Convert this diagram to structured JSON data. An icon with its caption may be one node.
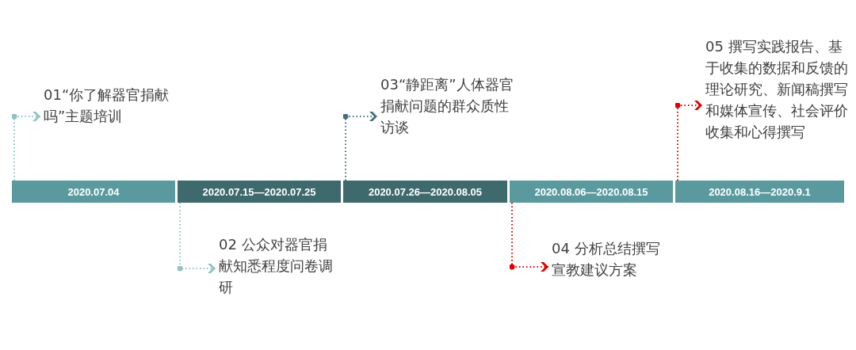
{
  "diagram": {
    "nodes": [
      {
        "text": [
          "2020.07.04"
        ]
      },
      {
        "text": [
          "2020.07.15—2020.07.25"
        ]
      },
      {
        "text": [
          "2020.07.26—2020.08.05"
        ]
      },
      {
        "text": [
          "2020.08.06—2020.08.15"
        ]
      },
      {
        "text": [
          "2020.08.16—2020.9.1"
        ]
      },
      {
        "text": [
          "01“你了解器官捐献吗”主题培训"
        ]
      },
      {
        "text": [
          "02  公众对器官捐献知悉程度问卷调研"
        ]
      },
      {
        "text": [
          "03“静距离”人体器官捐献问题的群众质性访谈"
        ]
      },
      {
        "text": [
          "04  分析总结撰写宣教建议方案"
        ]
      },
      {
        "text": [
          "05  撰写实践报告、基于收集的数据和反馈的理论研究、新闻稿撰写和媒体宣传、社会评价收集和心得撰写"
        ]
      }
    ],
    "edges": [
      {
        "from": 0,
        "to": 5,
        "arrow": "to",
        "style": "dashed",
        "color": "#8fc1c6"
      },
      {
        "from": 1,
        "to": 6,
        "arrow": "to",
        "style": "dashed",
        "color": "#8fc1c6"
      },
      {
        "from": 2,
        "to": 7,
        "arrow": "to",
        "style": "dashed",
        "color": "#41707a"
      },
      {
        "from": 3,
        "to": 8,
        "arrow": "to",
        "style": "dashed",
        "color": "#e00000"
      },
      {
        "from": 4,
        "to": 9,
        "arrow": "to",
        "style": "dashed",
        "color": "#e00000"
      }
    ]
  }
}
